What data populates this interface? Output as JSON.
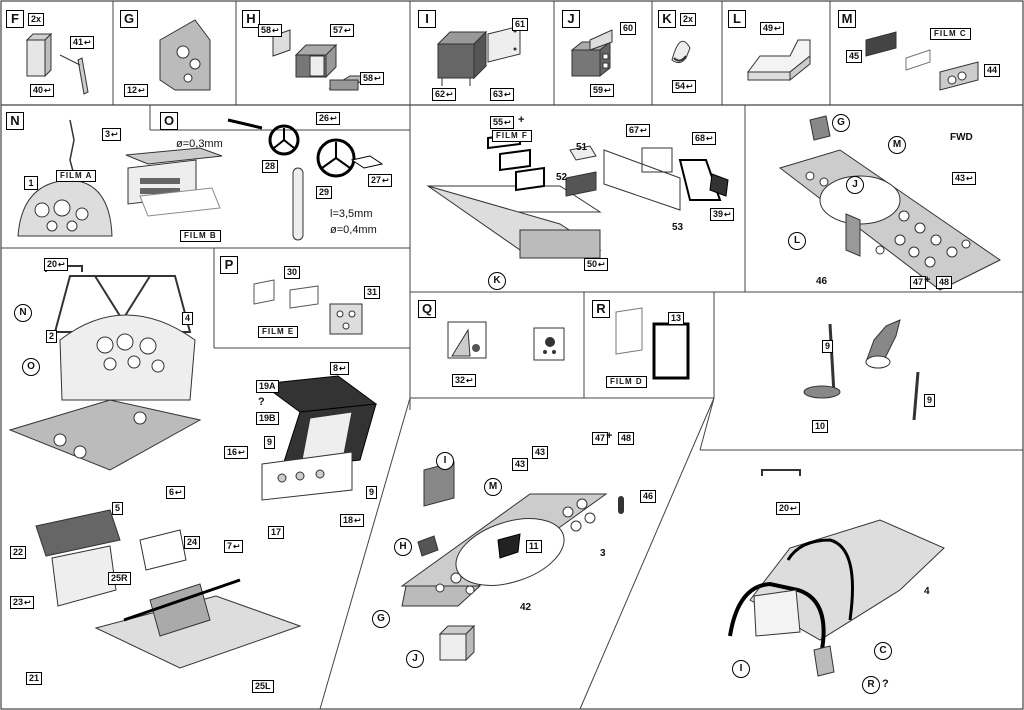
{
  "sections": {
    "F": {
      "letter": "F",
      "mult": "2x",
      "parts": [
        "41",
        "40"
      ]
    },
    "G": {
      "letter": "G",
      "parts": [
        "12"
      ]
    },
    "H": {
      "letter": "H",
      "parts": [
        "58",
        "57",
        "58"
      ]
    },
    "I": {
      "letter": "I",
      "parts": [
        "61",
        "62",
        "63"
      ]
    },
    "J": {
      "letter": "J",
      "parts": [
        "60",
        "59"
      ]
    },
    "K": {
      "letter": "K",
      "mult": "2x",
      "parts": [
        "54"
      ]
    },
    "L": {
      "letter": "L",
      "parts": [
        "49"
      ]
    },
    "M": {
      "letter": "M",
      "parts": [
        "45",
        "44"
      ],
      "film": "FILM C"
    },
    "N": {
      "letter": "N",
      "parts": [
        "3",
        "1"
      ],
      "films": [
        "FILM A",
        "FILM B"
      ]
    },
    "O": {
      "letter": "O",
      "parts": [
        "26",
        "28",
        "29",
        "27"
      ],
      "wire": "ø=0,3mm",
      "rod1": "l=3,5mm",
      "rod2": "ø=0,4mm"
    },
    "P": {
      "letter": "P",
      "parts": [
        "30",
        "31"
      ],
      "film": "FILM E"
    },
    "Q": {
      "letter": "Q",
      "parts": [
        "32"
      ]
    },
    "R": {
      "letter": "R",
      "parts": [
        "13"
      ],
      "film": "FILM D"
    }
  },
  "sub_main": {
    "parts": [
      "55",
      "67",
      "68",
      "51",
      "52",
      "53",
      "50",
      "39"
    ],
    "plus": "+",
    "film": "FILM F",
    "circle": "K"
  },
  "sub_floor_top_right": {
    "circles": [
      "G",
      "M",
      "J",
      "L"
    ],
    "parts": [
      "43",
      "46",
      "47",
      "48"
    ],
    "plus": "+",
    "fwd": "FWD"
  },
  "sub_cockpit_left": {
    "parts": [
      "20",
      "2",
      "4",
      "8",
      "19A",
      "19B",
      "16",
      "9",
      "9",
      "6",
      "5",
      "7",
      "17",
      "18",
      "22",
      "24",
      "25R",
      "23",
      "21",
      "25L"
    ],
    "circles": [
      "N",
      "O"
    ],
    "question": "?"
  },
  "sub_seat": {
    "parts": [
      "9",
      "10",
      "9"
    ]
  },
  "sub_floor_bottom": {
    "circles": [
      "I",
      "M",
      "H",
      "G",
      "J"
    ],
    "parts": [
      "43",
      "43",
      "47",
      "48",
      "46",
      "11",
      "3",
      "42"
    ],
    "plus": "+"
  },
  "sub_canopy": {
    "parts": [
      "20",
      "4"
    ],
    "circles": [
      "I",
      "C",
      "R"
    ],
    "question": "?"
  }
}
